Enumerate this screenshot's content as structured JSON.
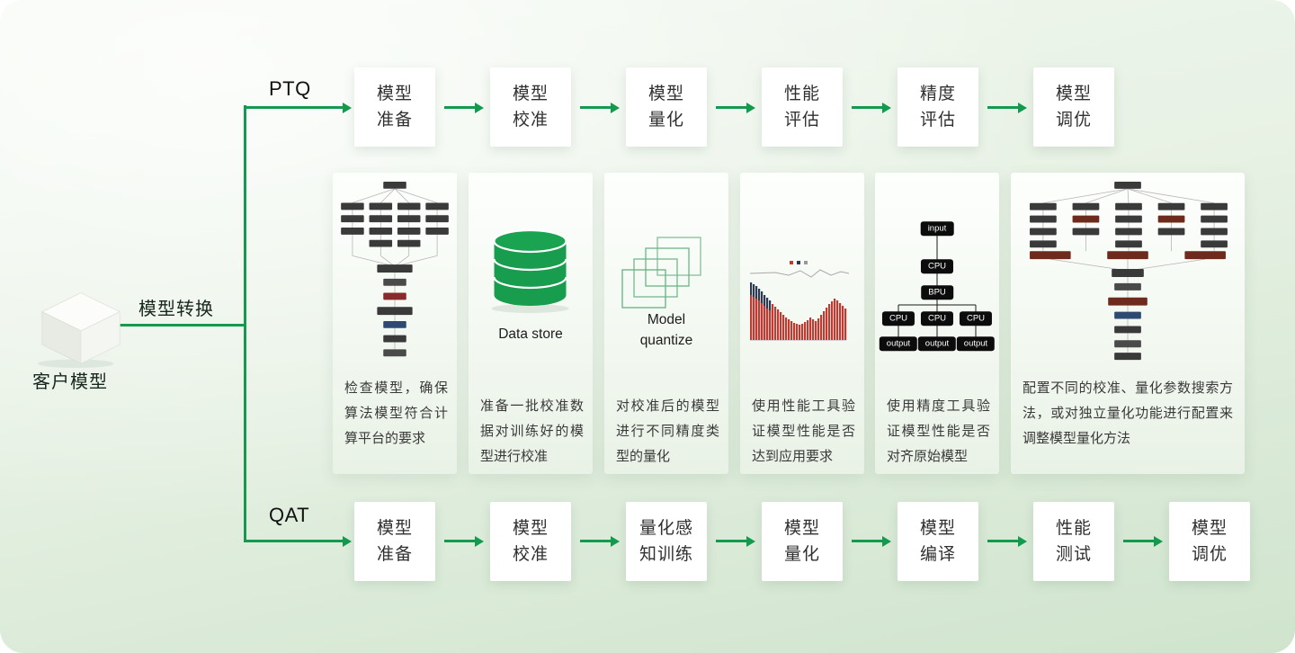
{
  "colors": {
    "accent_green": "#149a4e",
    "background_top": "#f2f8f0",
    "background_bottom": "#cfe4cd",
    "step_box_bg": "#ffffff",
    "flow_node_black": "#0c0c0c",
    "bar_red": "#bf3a30",
    "bar_navy": "#2b3a52"
  },
  "source": {
    "model_label": "客户模型",
    "transform_label": "模型转换",
    "cube_icon": "customer-model-cube-icon"
  },
  "ptq": {
    "label": "PTQ",
    "steps": [
      "模型\n准备",
      "模型\n校准",
      "模型\n量化",
      "性能\n评估",
      "精度\n评估",
      "模型\n调优"
    ]
  },
  "qat": {
    "label": "QAT",
    "steps": [
      "模型\n准备",
      "模型\n校准",
      "量化感\n知训练",
      "模型\n量化",
      "模型\n编译",
      "性能\n测试",
      "模型\n调优"
    ]
  },
  "cards": [
    {
      "icon": "model-structure-graph-icon",
      "caption": "",
      "desc": "检查模型，确保算法模型符合计算平台的要求"
    },
    {
      "icon": "data-store-cylinder-icon",
      "caption": "Data store",
      "desc": "准备一批校准数据对训练好的模型进行校准"
    },
    {
      "icon": "quantize-squares-icon",
      "caption": "Model quantize",
      "desc": "对校准后的模型进行不同精度类型的量化"
    },
    {
      "icon": "performance-bar-chart-icon",
      "caption": "",
      "desc": "使用性能工具验证模型性能是否达到应用要求"
    },
    {
      "icon": "accuracy-flow-diagram-icon",
      "caption": "",
      "desc": "使用精度工具验证模型性能是否对齐原始模型"
    },
    {
      "icon": "tuning-structure-graph-icon",
      "caption": "",
      "desc": "配置不同的校准、量化参数搜索方法，或对独立量化功能进行配置来调整模型量化方法"
    }
  ],
  "flow": {
    "input": "input",
    "cpu": "CPU",
    "bpu": "BPU",
    "output": "output"
  }
}
